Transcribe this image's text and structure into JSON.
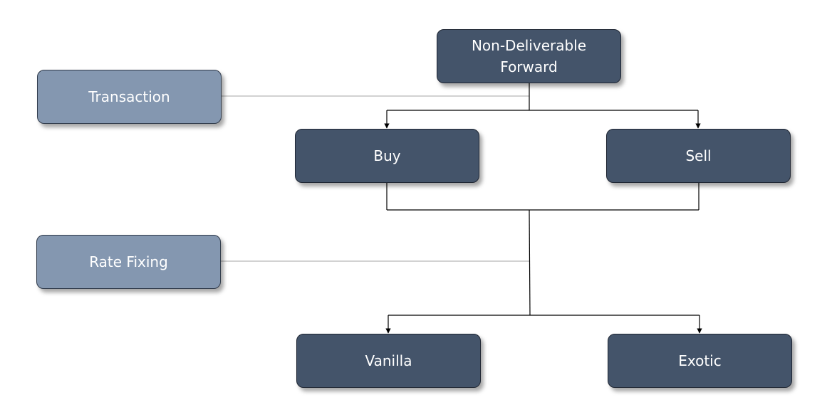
{
  "colors": {
    "node_dark": "#44546a",
    "node_light": "#8497b0",
    "connector": "#000000",
    "guide_line": "#a6a6a6",
    "background": "#ffffff"
  },
  "nodes": {
    "root": {
      "line1": "Non-Deliverable",
      "line2": "Forward"
    },
    "buy": {
      "label": "Buy"
    },
    "sell": {
      "label": "Sell"
    },
    "vanilla": {
      "label": "Vanilla"
    },
    "exotic": {
      "label": "Exotic"
    }
  },
  "levels": {
    "transaction": {
      "label": "Transaction"
    },
    "rate_fixing": {
      "label": "Rate Fixing"
    }
  }
}
